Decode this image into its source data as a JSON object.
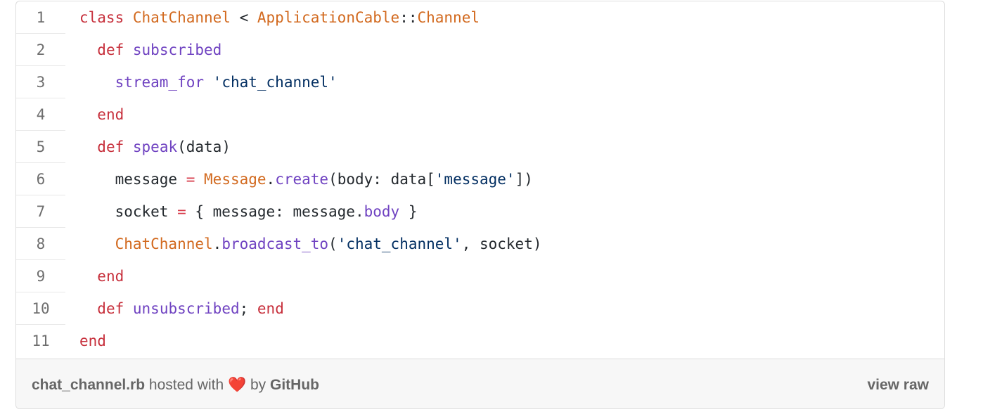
{
  "file": {
    "name": "chat_channel.rb",
    "hosted_text": "hosted with",
    "heart": "❤️",
    "by_text": "by",
    "host": "GitHub",
    "view_raw": "view raw"
  },
  "lines": [
    {
      "n": "1",
      "tokens": [
        [
          "kw",
          "class"
        ],
        [
          "var",
          " "
        ],
        [
          "cls",
          "ChatChannel"
        ],
        [
          "var",
          " < "
        ],
        [
          "cls",
          "ApplicationCable"
        ],
        [
          "var",
          "::"
        ],
        [
          "cls",
          "Channel"
        ]
      ]
    },
    {
      "n": "2",
      "tokens": [
        [
          "var",
          "  "
        ],
        [
          "kw",
          "def"
        ],
        [
          "var",
          " "
        ],
        [
          "fn",
          "subscribed"
        ]
      ]
    },
    {
      "n": "3",
      "tokens": [
        [
          "var",
          "    "
        ],
        [
          "fn",
          "stream_for"
        ],
        [
          "var",
          " "
        ],
        [
          "str",
          "'chat_channel'"
        ]
      ]
    },
    {
      "n": "4",
      "tokens": [
        [
          "var",
          "  "
        ],
        [
          "kw",
          "end"
        ]
      ]
    },
    {
      "n": "5",
      "tokens": [
        [
          "var",
          "  "
        ],
        [
          "kw",
          "def"
        ],
        [
          "var",
          " "
        ],
        [
          "fn",
          "speak"
        ],
        [
          "var",
          "(data)"
        ]
      ]
    },
    {
      "n": "6",
      "tokens": [
        [
          "var",
          "    message "
        ],
        [
          "op",
          "="
        ],
        [
          "var",
          " "
        ],
        [
          "cls",
          "Message"
        ],
        [
          "var",
          "."
        ],
        [
          "fn",
          "create"
        ],
        [
          "var",
          "(body: data["
        ],
        [
          "str",
          "'message'"
        ],
        [
          "var",
          "])"
        ]
      ]
    },
    {
      "n": "7",
      "tokens": [
        [
          "var",
          "    socket "
        ],
        [
          "op",
          "="
        ],
        [
          "var",
          " { message: message."
        ],
        [
          "fn",
          "body"
        ],
        [
          "var",
          " }"
        ]
      ]
    },
    {
      "n": "8",
      "tokens": [
        [
          "var",
          "    "
        ],
        [
          "cls",
          "ChatChannel"
        ],
        [
          "var",
          "."
        ],
        [
          "fn",
          "broadcast_to"
        ],
        [
          "var",
          "("
        ],
        [
          "str",
          "'chat_channel'"
        ],
        [
          "var",
          ", socket)"
        ]
      ]
    },
    {
      "n": "9",
      "tokens": [
        [
          "var",
          "  "
        ],
        [
          "kw",
          "end"
        ]
      ]
    },
    {
      "n": "10",
      "tokens": [
        [
          "var",
          "  "
        ],
        [
          "kw",
          "def"
        ],
        [
          "var",
          " "
        ],
        [
          "fn",
          "unsubscribed"
        ],
        [
          "var",
          "; "
        ],
        [
          "kw",
          "end"
        ]
      ]
    },
    {
      "n": "11",
      "tokens": [
        [
          "kw",
          "end"
        ]
      ]
    }
  ]
}
